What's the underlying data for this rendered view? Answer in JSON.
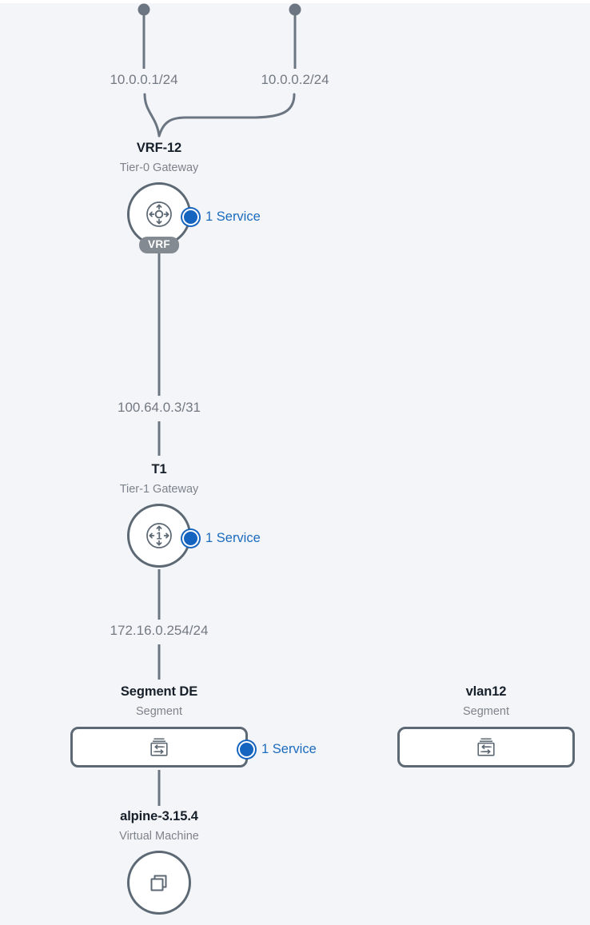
{
  "theme": {
    "background": "#f4f5f8",
    "line_color": "#5c6873",
    "node_stroke": "#5c6873",
    "title_color": "#17202a",
    "subtitle_color": "#7d838c",
    "label_color": "#737983",
    "service_blue": "#1565c0",
    "badge_gray": "#848a92"
  },
  "interfaces": {
    "uplink_left": "10.0.0.1/24",
    "uplink_right": "10.0.0.2/24",
    "t0_to_t1": "100.64.0.3/31",
    "t1_to_segment": "172.16.0.254/24"
  },
  "nodes": {
    "tier0": {
      "title": "VRF-12",
      "subtitle": "Tier-0 Gateway",
      "badge": "VRF",
      "icon": "router-vrf-icon",
      "service_label": "1 Service"
    },
    "tier1": {
      "title": "T1",
      "subtitle": "Tier-1 Gateway",
      "icon": "router-tier1-icon",
      "icon_digit": "1",
      "service_label": "1 Service"
    },
    "segment_de": {
      "title": "Segment DE",
      "subtitle": "Segment",
      "icon": "segment-switch-icon",
      "service_label": "1 Service"
    },
    "vlan12": {
      "title": "vlan12",
      "subtitle": "Segment",
      "icon": "segment-switch-icon"
    },
    "vm": {
      "title": "alpine-3.15.4",
      "subtitle": "Virtual Machine",
      "icon": "virtual-machine-icon"
    }
  }
}
